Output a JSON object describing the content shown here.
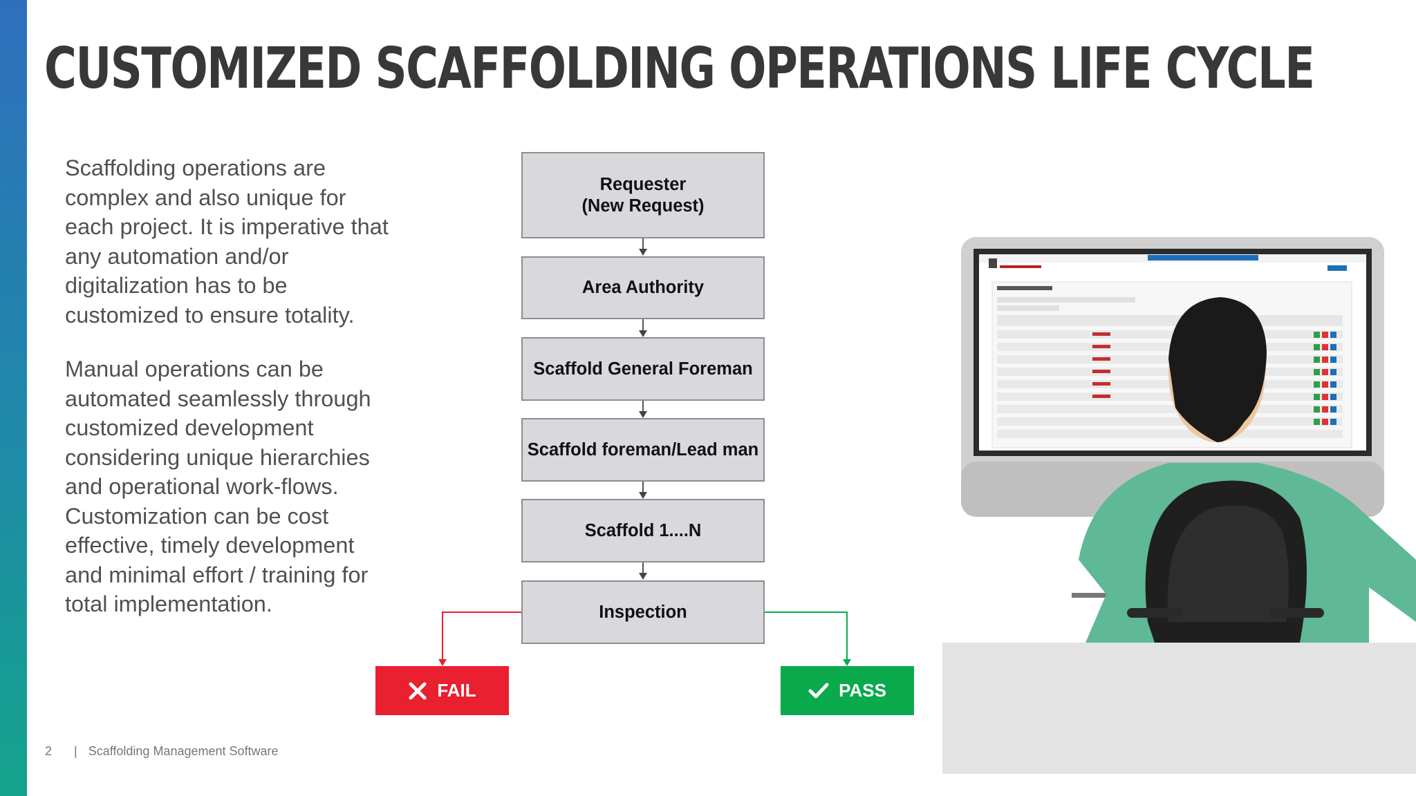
{
  "slide": {
    "title": "CUSTOMIZED SCAFFOLDING OPERATIONS LIFE CYCLE",
    "paragraphs": [
      "Scaffolding operations are complex and also unique for each project. It is imperative that any automation and/or digitalization has to be customized to ensure totality.",
      "Manual operations can be automated seamlessly through customized development considering unique hierarchies and operational work-flows. Customization can be cost effective, timely development and minimal effort / training for total implementation."
    ],
    "footer": {
      "page_number": "2",
      "separator": "|",
      "label": "Scaffolding Management Software"
    }
  },
  "flow": {
    "steps": [
      "Requester\n(New Request)",
      "Area Authority",
      "Scaffold General Foreman",
      "Scaffold foreman/Lead man",
      "Scaffold 1....N",
      "Inspection"
    ],
    "fail_label": "FAIL",
    "pass_label": "PASS"
  },
  "icons": {
    "fail": "close-icon",
    "pass": "check-icon"
  },
  "colors": {
    "accent_blue": "#2e6fbd",
    "accent_teal": "#14a38c",
    "fail": "#e8202f",
    "pass": "#0aaa4c",
    "box_fill": "#d9d8dc"
  }
}
